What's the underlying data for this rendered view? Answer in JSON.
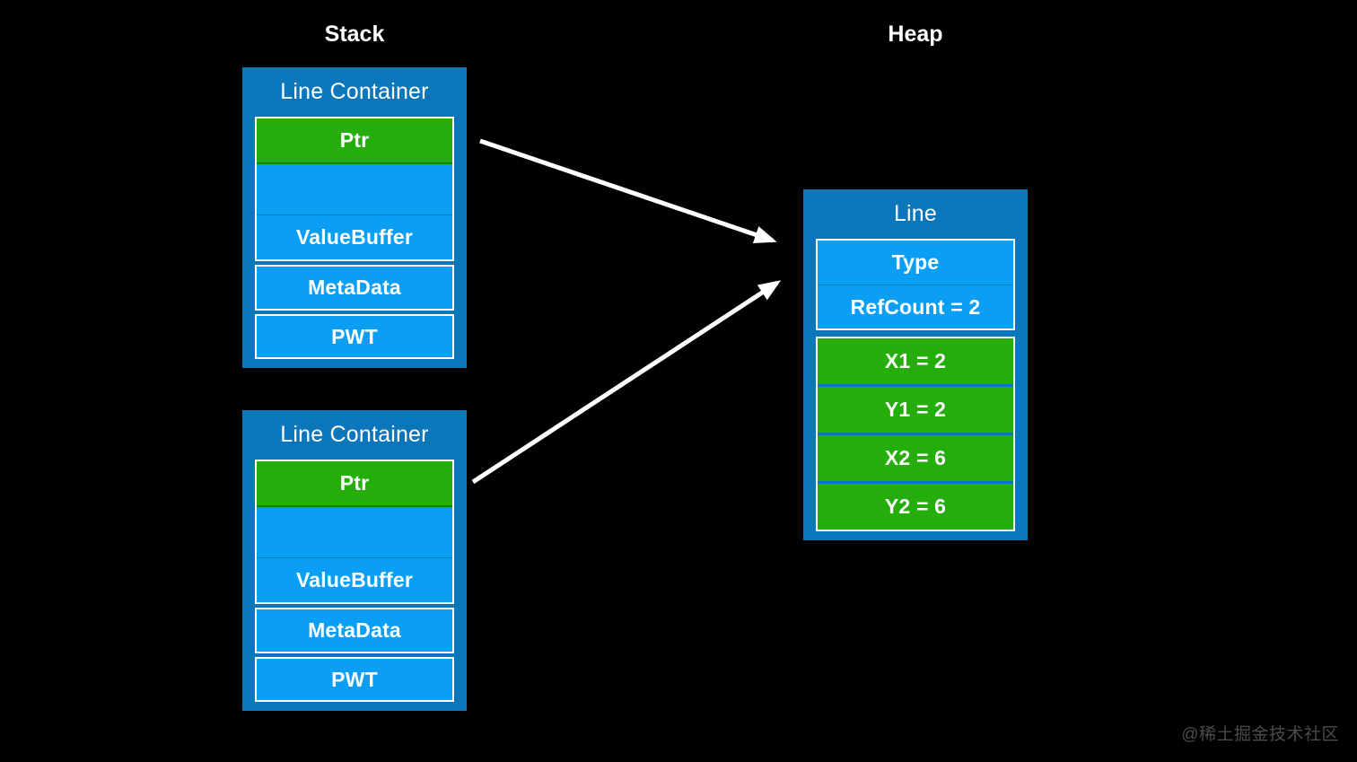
{
  "colors": {
    "background": "#000000",
    "box_blue": "#0b76ba",
    "row_blue": "#0a9ff5",
    "row_green": "#24ad0b",
    "text_white": "#ffffff",
    "watermark": "#4b4b4b"
  },
  "titles": {
    "stack": "Stack",
    "heap": "Heap"
  },
  "stack": {
    "boxes": [
      {
        "title": "Line Container",
        "ptr": "Ptr",
        "empty": "",
        "value_buffer": "ValueBuffer",
        "metadata": "MetaData",
        "pwt": "PWT"
      },
      {
        "title": "Line Container",
        "ptr": "Ptr",
        "empty": "",
        "value_buffer": "ValueBuffer",
        "metadata": "MetaData",
        "pwt": "PWT"
      }
    ]
  },
  "heap": {
    "box": {
      "title": "Line",
      "rows_blue": [
        "Type",
        "RefCount = 2"
      ],
      "rows_green": [
        "X1 = 2",
        "Y1 = 2",
        "X2 = 6",
        "Y2 = 6"
      ]
    }
  },
  "arrows": [
    {
      "from": "stack-line-container-1-ptr",
      "to": "heap-line-object"
    },
    {
      "from": "stack-line-container-2-ptr",
      "to": "heap-line-object"
    }
  ],
  "watermark": "@稀土掘金技术社区"
}
